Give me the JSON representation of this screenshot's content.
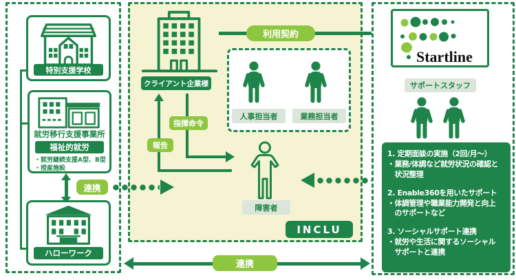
{
  "colors": {
    "dark_green": "#1e8449",
    "light_green": "#8ec63f",
    "beige": "#f6f3d3",
    "label_gray": "#dbe5da",
    "logo_text": "#111111"
  },
  "icons": [
    "school-building-icon",
    "office-shop-icon",
    "hellowork-building-icon",
    "client-building-icon",
    "person-icon",
    "person-outline-icon",
    "startline-dots-logo"
  ],
  "left_panel": {
    "school_label": "特別支援学校",
    "transition_title": "就労移行支援事業所",
    "welfare_badge": "福祉的就労",
    "transition_bullets": [
      "・就労継続支援A型、B型",
      "・授産施設"
    ],
    "renkei_badge": "連携",
    "hellowork_label": "ハローワーク"
  },
  "middle_panel": {
    "client_label": "クライアント企業様",
    "contract_badge": "利用契約",
    "hr_label": "人事担当者",
    "ops_label": "業務担当者",
    "command_badge": "指揮命令",
    "report_badge": "報告",
    "disabled_label": "障害者",
    "inclu_label": "INCLU"
  },
  "right_panel": {
    "logo_text": "Startline",
    "support_staff_label": "サポートスタッフ",
    "services": [
      {
        "title": "1. 定期面談の実施（2回/月～）",
        "lines": [
          "・業務/体調など就労状況の確認と",
          "　状況整理"
        ]
      },
      {
        "title": "2. Enable360を用いたサポート",
        "lines": [
          "・体調管理や職業能力開発と向上",
          "　のサポートなど"
        ]
      },
      {
        "title": "3. ソーシャルサポート連携",
        "lines": [
          "・就労や生活に関するソーシャル",
          "　サポートと連携"
        ]
      }
    ]
  },
  "bottom": {
    "renkei_badge": "連携"
  }
}
